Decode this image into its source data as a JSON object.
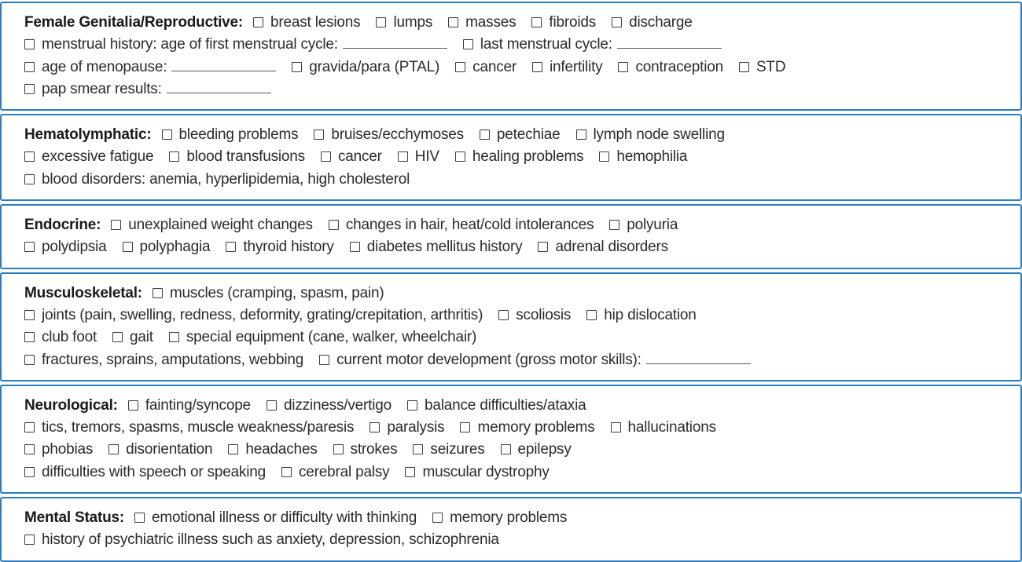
{
  "theme": {
    "border_blue": "#2a7dc0",
    "text_color": "#2b2b2b",
    "checkbox_border": "#3d3d3d",
    "blank_line_color": "#555555"
  },
  "form": {
    "sections": [
      {
        "id": "female-genitalia-reproductive",
        "title": "Female Genitalia/Reproductive:",
        "lines": [
          [
            {
              "label": "breast lesions"
            },
            {
              "label": "lumps"
            },
            {
              "label": "masses"
            },
            {
              "label": "fibroids"
            },
            {
              "label": "discharge"
            }
          ],
          [
            {
              "label": "menstrual history: age of first menstrual cycle:",
              "blank": true
            },
            {
              "label": "last menstrual cycle:",
              "blank": true
            }
          ],
          [
            {
              "label": "age of menopause:",
              "blank": true
            },
            {
              "label": "gravida/para (PTAL)"
            },
            {
              "label": "cancer"
            },
            {
              "label": "infertility"
            },
            {
              "label": "contraception"
            },
            {
              "label": "STD"
            }
          ],
          [
            {
              "label": "pap smear results:",
              "blank": true
            }
          ]
        ]
      },
      {
        "id": "hematolymphatic",
        "title": "Hematolymphatic:",
        "lines": [
          [
            {
              "label": "bleeding problems"
            },
            {
              "label": "bruises/ecchymoses"
            },
            {
              "label": "petechiae"
            },
            {
              "label": "lymph node swelling"
            }
          ],
          [
            {
              "label": "excessive fatigue"
            },
            {
              "label": "blood transfusions"
            },
            {
              "label": "cancer"
            },
            {
              "label": "HIV"
            },
            {
              "label": "healing problems"
            },
            {
              "label": "hemophilia"
            }
          ],
          [
            {
              "label": "blood disorders: anemia, hyperlipidemia, high cholesterol"
            }
          ]
        ]
      },
      {
        "id": "endocrine",
        "title": "Endocrine:",
        "lines": [
          [
            {
              "label": "unexplained weight changes"
            },
            {
              "label": "changes in hair, heat/cold intolerances"
            },
            {
              "label": "polyuria"
            }
          ],
          [
            {
              "label": "polydipsia"
            },
            {
              "label": "polyphagia"
            },
            {
              "label": "thyroid history"
            },
            {
              "label": "diabetes mellitus history"
            },
            {
              "label": "adrenal disorders"
            }
          ]
        ]
      },
      {
        "id": "musculoskeletal",
        "title": "Musculoskeletal:",
        "lines": [
          [
            {
              "label": "muscles (cramping, spasm, pain)"
            }
          ],
          [
            {
              "label": "joints (pain, swelling, redness, deformity, grating/crepitation, arthritis)"
            },
            {
              "label": "scoliosis"
            },
            {
              "label": "hip dislocation"
            }
          ],
          [
            {
              "label": "club foot"
            },
            {
              "label": "gait"
            },
            {
              "label": "special equipment (cane, walker, wheelchair)"
            }
          ],
          [
            {
              "label": "fractures, sprains, amputations, webbing"
            },
            {
              "label": "current motor development (gross motor skills):",
              "blank": true
            }
          ]
        ]
      },
      {
        "id": "neurological",
        "title": "Neurological:",
        "lines": [
          [
            {
              "label": "fainting/syncope"
            },
            {
              "label": "dizziness/vertigo"
            },
            {
              "label": "balance difficulties/ataxia"
            }
          ],
          [
            {
              "label": "tics, tremors, spasms, muscle weakness/paresis"
            },
            {
              "label": "paralysis"
            },
            {
              "label": "memory problems"
            },
            {
              "label": "hallucinations"
            }
          ],
          [
            {
              "label": "phobias"
            },
            {
              "label": "disorientation"
            },
            {
              "label": "headaches"
            },
            {
              "label": "strokes"
            },
            {
              "label": "seizures"
            },
            {
              "label": "epilepsy"
            }
          ],
          [
            {
              "label": "difficulties with speech or speaking"
            },
            {
              "label": "cerebral palsy"
            },
            {
              "label": "muscular dystrophy"
            }
          ]
        ]
      },
      {
        "id": "mental-status",
        "title": "Mental Status:",
        "lines": [
          [
            {
              "label": "emotional illness or difficulty with thinking"
            },
            {
              "label": "memory problems"
            }
          ],
          [
            {
              "label": "history of psychiatric illness such as anxiety, depression, schizophrenia"
            }
          ]
        ]
      }
    ]
  }
}
